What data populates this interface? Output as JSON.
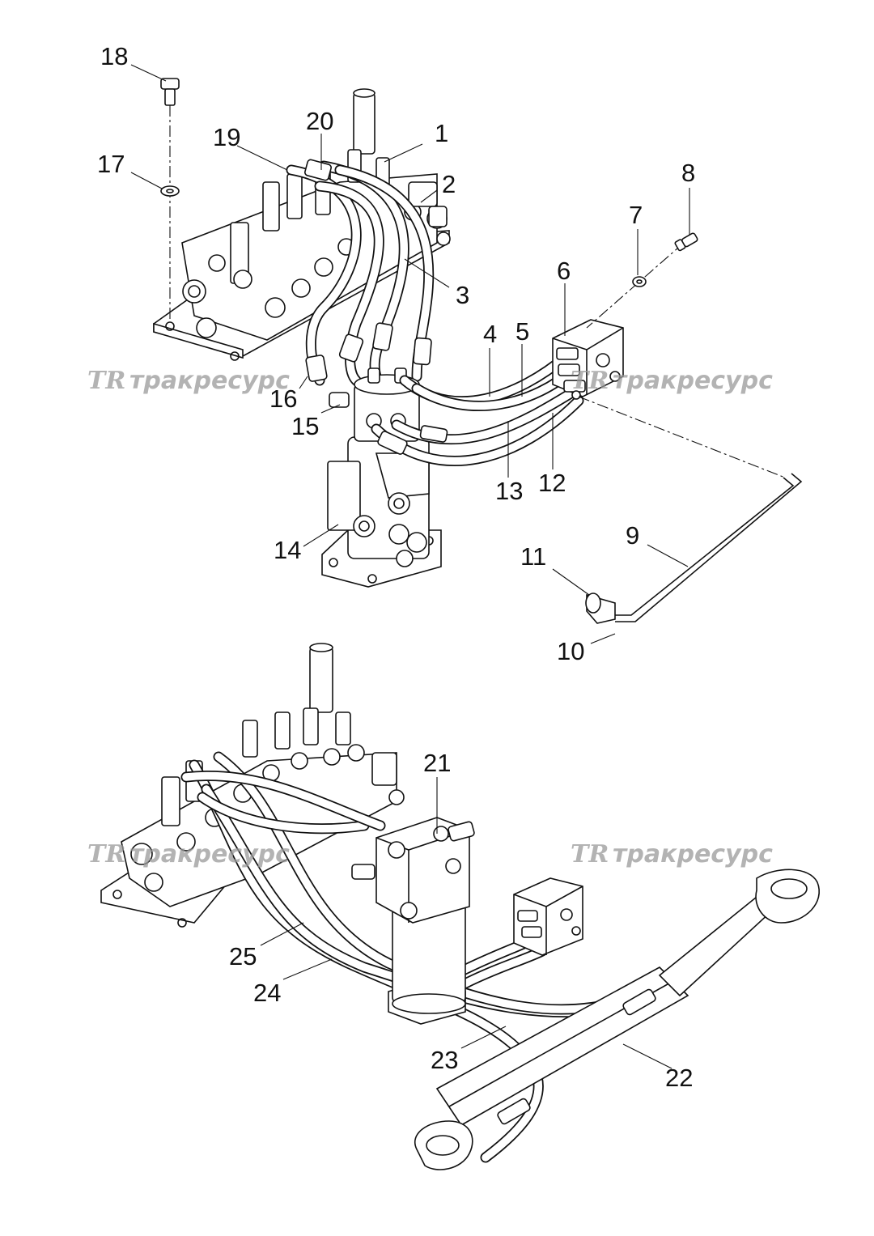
{
  "diagram": {
    "watermark": {
      "logo": "TR",
      "text": "тракресурс"
    },
    "part_numbers": [
      "1",
      "2",
      "3",
      "4",
      "5",
      "6",
      "7",
      "8",
      "9",
      "10",
      "11",
      "12",
      "13",
      "14",
      "15",
      "16",
      "17",
      "18",
      "19",
      "20",
      "21",
      "22",
      "23",
      "24",
      "25"
    ]
  }
}
